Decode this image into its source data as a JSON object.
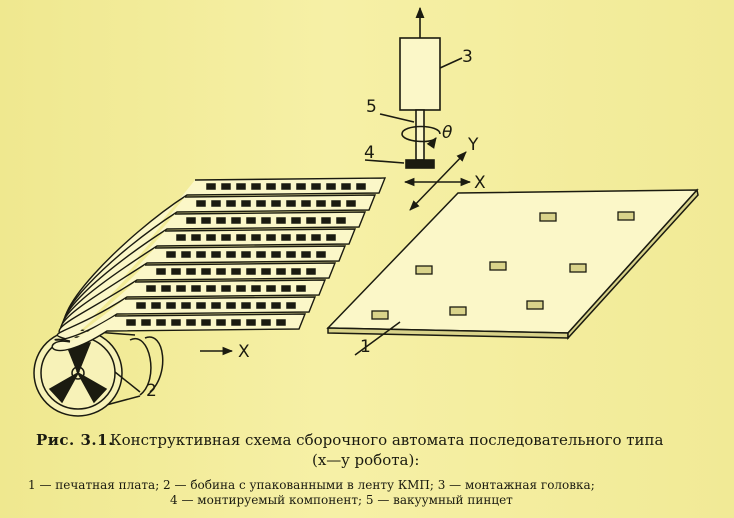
{
  "labels": {
    "robot_head": "3",
    "gripper": "5",
    "theta": "θ",
    "component": "4",
    "y_axis": "Y",
    "x_axis_robot": "X",
    "x_axis_reel": "X",
    "board": "1",
    "reel": "2"
  },
  "caption": {
    "figure_prefix": "Рис. 3.1.",
    "title_line1": "Конструктивная схема  сборочного автомата  последовательного типа",
    "title_line2": "(x—y робота):",
    "legend_line1": "1 — печатная плата; 2 — бобина с упакованными в ленту КМП; 3 — монтажная головка;",
    "legend_line2": "4 — монтируемый компонент; 5 — вакуумный пинцет"
  },
  "colors": {
    "background": "#f3ec98",
    "ink": "#1b1b10",
    "paper_fill": "#fbf7c8"
  }
}
